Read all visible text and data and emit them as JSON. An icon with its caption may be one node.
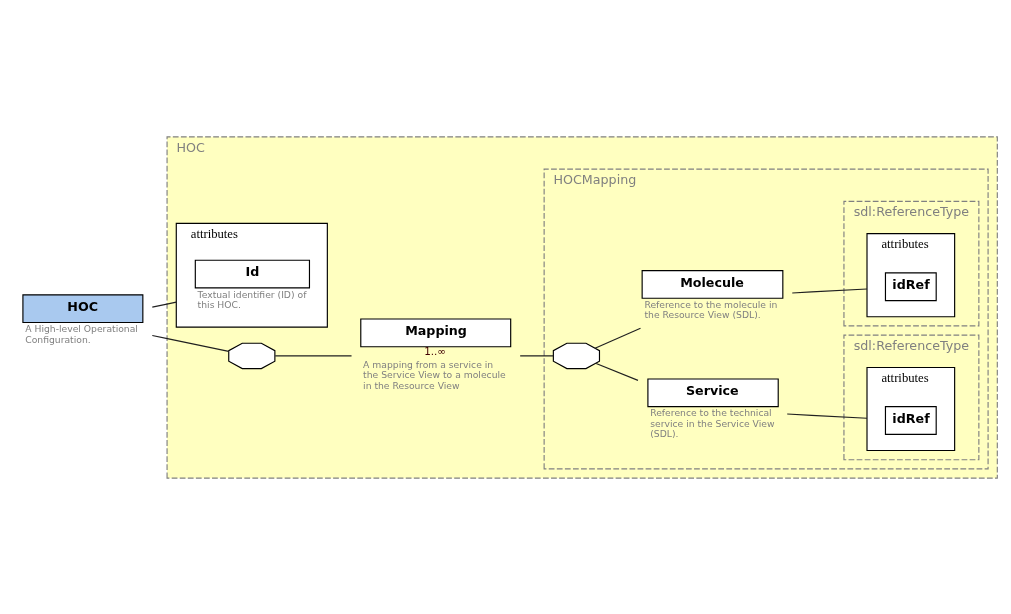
{
  "diagram": {
    "nodes": [
      {
        "text": [
          "HOC"
        ],
        "beside": [
          "A High-level Operational Configuration."
        ]
      },
      {
        "text": [
          "HOC"
        ]
      },
      {
        "text": [
          "attributes"
        ],
        "in": 1
      },
      {
        "text": [
          "Id"
        ],
        "in": 2,
        "beside": [
          "Textual identifier (ID) of this HOC."
        ]
      },
      {
        "text": [],
        "shape": "octagon",
        "in": 1
      },
      {
        "text": [
          "Mapping"
        ],
        "in": 1,
        "beside": [
          "1..∞",
          "A mapping from a service in the Service View to a molecule in the Resource View"
        ]
      },
      {
        "text": [
          "HOCMapping"
        ],
        "in": 1
      },
      {
        "text": [],
        "shape": "octagon",
        "in": 6
      },
      {
        "text": [
          "Service"
        ],
        "in": 6,
        "beside": [
          "Reference to the technical service in the Service View (SDL)."
        ]
      },
      {
        "text": [
          "sdl:ReferenceType"
        ],
        "in": 6
      },
      {
        "text": [
          "attributes"
        ],
        "in": 9
      },
      {
        "text": [
          "idRef"
        ],
        "in": 10
      },
      {
        "text": [
          "Molecule"
        ],
        "in": 6,
        "beside": [
          "Reference to the molecule in the Resource View (SDL)."
        ]
      },
      {
        "text": [
          "sdl:ReferenceType"
        ],
        "in": 6
      },
      {
        "text": [
          "attributes"
        ],
        "in": 13
      },
      {
        "text": [
          "idRef"
        ],
        "in": 14
      }
    ],
    "edges": [
      {
        "from": 0,
        "to": 2,
        "arrow": "none"
      },
      {
        "from": 0,
        "to": 4,
        "arrow": "none"
      },
      {
        "from": 4,
        "to": 5,
        "arrow": "none"
      },
      {
        "from": 5,
        "to": 7,
        "arrow": "none"
      },
      {
        "from": 7,
        "to": 8,
        "arrow": "none"
      },
      {
        "from": 7,
        "to": 12,
        "arrow": "none"
      },
      {
        "from": 8,
        "to": 10,
        "arrow": "none"
      },
      {
        "from": 12,
        "to": 14,
        "arrow": "none"
      }
    ]
  }
}
